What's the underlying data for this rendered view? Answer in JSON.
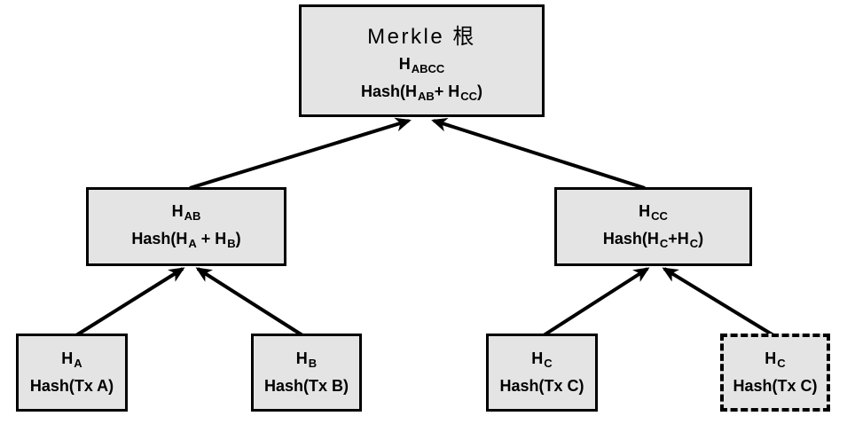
{
  "diagram": {
    "type": "tree",
    "colors": {
      "box_fill": "#e4e4e4",
      "box_border": "#000000",
      "arrow": "#000000",
      "background": "#ffffff"
    },
    "nodes": {
      "root": {
        "title": "Merkle 根",
        "hash": {
          "base": "H",
          "sub": "ABCC"
        },
        "formula": {
          "seg1": "Hash(H",
          "sub1": "AB",
          "seg2": "+ H",
          "sub2": "CC",
          "seg3": ")"
        }
      },
      "hab": {
        "hash": {
          "base": "H",
          "sub": "AB"
        },
        "formula": {
          "seg1": "Hash(H",
          "sub1": "A",
          "seg2": " + H",
          "sub2": "B",
          "seg3": ")"
        }
      },
      "hcc": {
        "hash": {
          "base": "H",
          "sub": "CC"
        },
        "formula": {
          "seg1": "Hash(H",
          "sub1": "C",
          "seg2": "+H",
          "sub2": "C",
          "seg3": ")"
        }
      },
      "ha": {
        "hash": {
          "base": "H",
          "sub": "A"
        },
        "formula": "Hash(Tx A)"
      },
      "hb": {
        "hash": {
          "base": "H",
          "sub": "B"
        },
        "formula": "Hash(Tx B)"
      },
      "hc": {
        "hash": {
          "base": "H",
          "sub": "C"
        },
        "formula": "Hash(Tx C)"
      },
      "hc_dup": {
        "hash": {
          "base": "H",
          "sub": "C"
        },
        "formula": "Hash(Tx C)"
      }
    },
    "edges": [
      {
        "from": "hab",
        "to": "root"
      },
      {
        "from": "hcc",
        "to": "root"
      },
      {
        "from": "ha",
        "to": "hab"
      },
      {
        "from": "hb",
        "to": "hab"
      },
      {
        "from": "hc",
        "to": "hcc"
      },
      {
        "from": "hc_dup",
        "to": "hcc"
      }
    ]
  }
}
